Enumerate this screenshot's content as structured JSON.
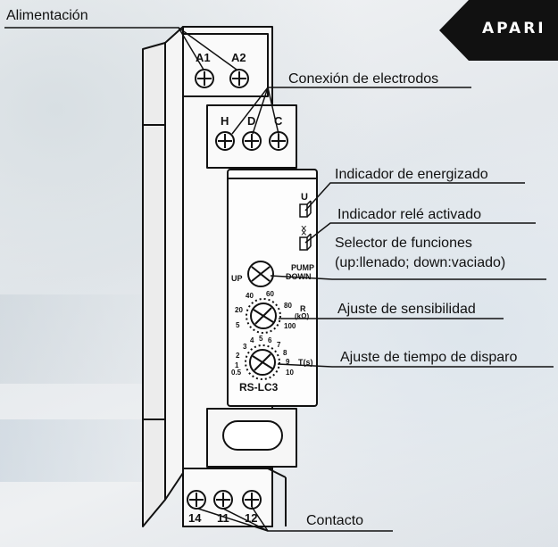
{
  "badge": {
    "text": "APARI"
  },
  "callouts": {
    "power": "Alimentación",
    "electrodes": "Conexión de electrodos",
    "energized": "Indicador de energizado",
    "relay": "Indicador relé activado",
    "selector_line1": "Selector de funciones",
    "selector_line2": "(up:llenado; down:vaciado)",
    "sensitivity": "Ajuste de sensibilidad",
    "trip_time": "Ajuste de tiempo de disparo",
    "contact": "Contacto"
  },
  "terminals": {
    "top": [
      "A1",
      "A2"
    ],
    "electrodes": [
      "H",
      "D",
      "C"
    ],
    "bottom": [
      "14",
      "11",
      "12"
    ]
  },
  "panel": {
    "led_u": "U",
    "led_relay": "ᛝ",
    "selector_up": "UP",
    "selector_pump": "PUMP",
    "selector_down": "DOWN",
    "sensitivity_unit_r": "R",
    "sensitivity_unit_k": "(kΩ)",
    "sensitivity_ticks": [
      "5",
      "20",
      "40",
      "60",
      "80",
      "100"
    ],
    "time_unit": "T(s)",
    "time_ticks": [
      "0.5",
      "1",
      "2",
      "3",
      "4",
      "5",
      "6",
      "7",
      "8",
      "9",
      "10"
    ],
    "model": "RS-LC3"
  },
  "colors": {
    "line": "#111111",
    "badge": "#111111",
    "device": "#f7f7f7"
  }
}
